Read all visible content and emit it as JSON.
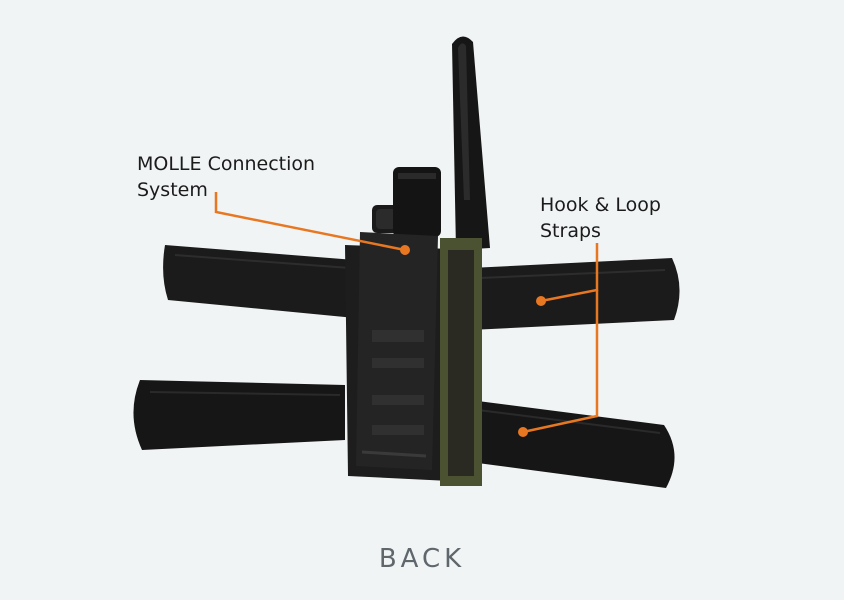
{
  "photo": {
    "subject": "Radio pouch with leg straps",
    "accent_color": "#e87722",
    "background_color": "#f1f4f5"
  },
  "callouts": {
    "molle": {
      "line1": "MOLLE Connection",
      "line2": "System"
    },
    "hook_loop": {
      "line1": "Hook & Loop",
      "line2": "Straps"
    }
  },
  "view_label": "BACK"
}
